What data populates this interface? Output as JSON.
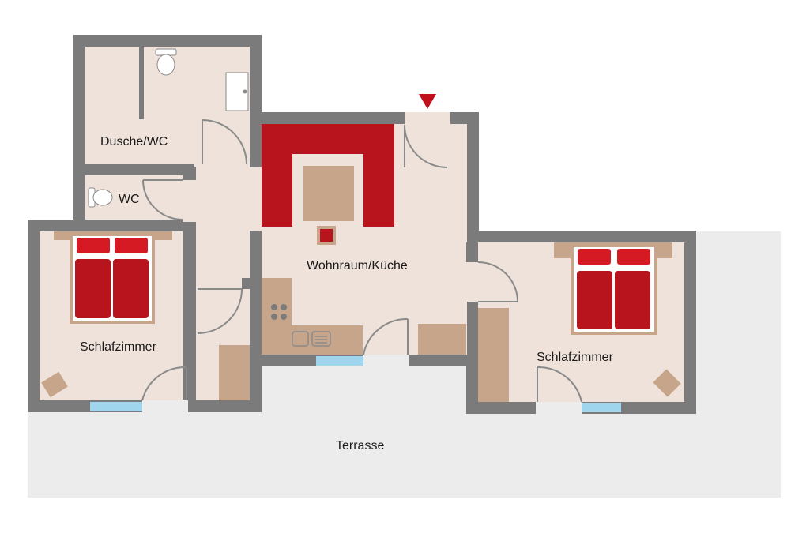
{
  "colors": {
    "background": "#ffffff",
    "terrace": "#ececec",
    "floor": "#efe2da",
    "wall": "#7b7b7b",
    "furniture": "#c7a58a",
    "textile_red": "#b8141e",
    "pillow": "#d61a24",
    "window": "#9fd6ee",
    "entrance_marker": "#c0111b",
    "fixture": "#ffffff",
    "door_line": "#8a8a8a",
    "text": "#1a1a1a"
  },
  "icons": {
    "entrance": "entrance-arrow-icon",
    "toilet": "toilet-icon",
    "sink": "sink-icon",
    "stove": "stove-icon",
    "bed": "double-bed-icon"
  },
  "rooms": {
    "shower_wc": "Dusche/WC",
    "wc": "WC",
    "living_kitchen": "Wohnraum/Küche",
    "bedroom_left": "Schlafzimmer",
    "bedroom_right": "Schlafzimmer",
    "terrace": "Terrasse"
  }
}
